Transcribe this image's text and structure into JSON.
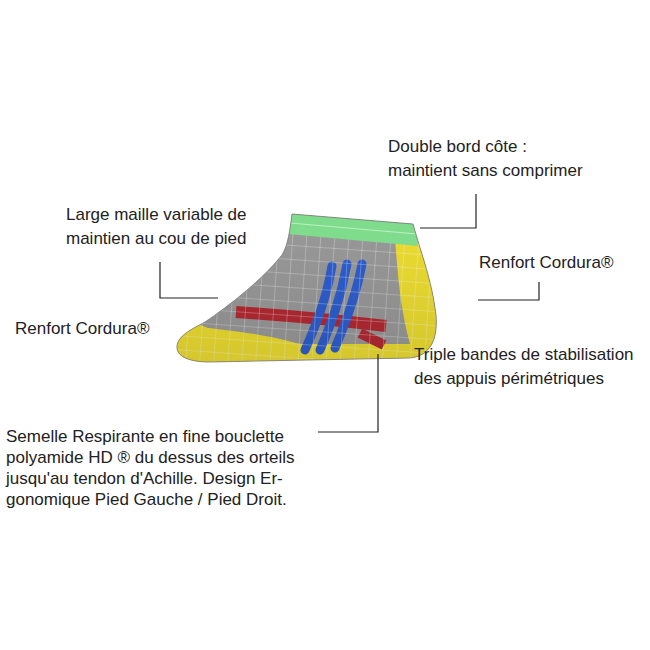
{
  "diagram": {
    "labels": [
      "Double bord côte : maintient sans comprimer",
      "Large maille variable de maintien au cou de pied",
      "Renfort Cordura®",
      "Renfort Cordura®",
      "Triple bandes de stabilisation des appuis périmétriques",
      "Semelle Respirante en fine bouclette polyamide HD ® du dessus des orteils jusqu'au tendon d'Achille. Design Er-gonomique Pied Gauche / Pied Droit."
    ]
  }
}
